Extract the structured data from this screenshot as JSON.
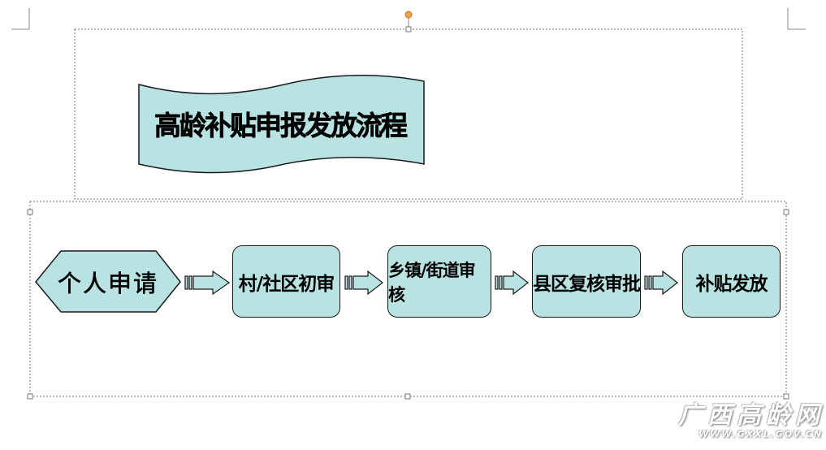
{
  "title_banner": {
    "text": "高龄补贴申报发放流程"
  },
  "flow": {
    "start": "个人申请",
    "steps": [
      "村/社区初审",
      "乡镇/街道审核",
      "县区复核审批",
      "补贴发放"
    ]
  },
  "watermark": {
    "logo": "广西高龄网",
    "domain": "WWW.GXXL.GOV.CN"
  },
  "colors": {
    "shape_fill": "#b9e3e3",
    "outline": "#1a1a1a",
    "handle": "#f0a040"
  }
}
